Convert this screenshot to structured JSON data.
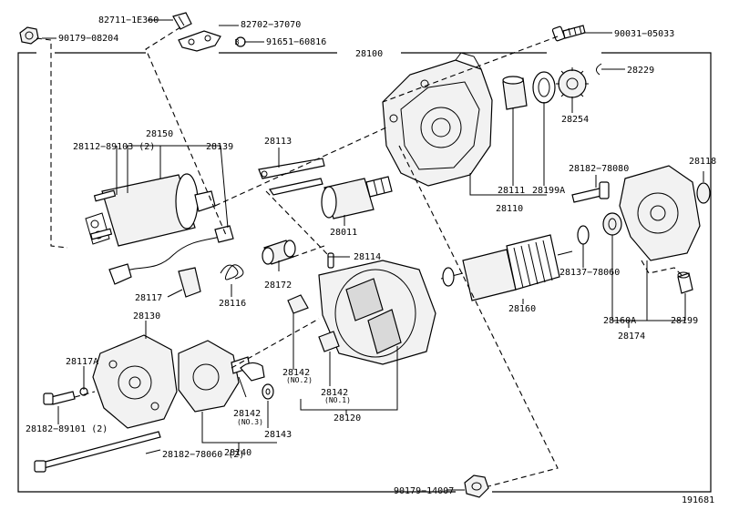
{
  "labels": {
    "p_82711_1E360": "82711−1E360",
    "p_82702_37070": "82702−37070",
    "p_90179_08204": "90179−08204",
    "p_91651_60816": "91651−60816",
    "p_28100": "28100",
    "p_90031_05033": "90031−05033",
    "p_28229": "28229",
    "p_28254": "28254",
    "p_28150": "28150",
    "p_28139": "28139",
    "p_28112_89103": "28112−89103 (2)",
    "p_28113": "28113",
    "p_28011": "28011",
    "p_28111": "28111",
    "p_28199A": "28199A",
    "p_28110": "28110",
    "p_28182_78080": "28182−78080",
    "p_28118": "28118",
    "p_28114": "28114",
    "p_28172": "28172",
    "p_28117": "28117",
    "p_28116": "28116",
    "p_28137_78060": "28137−78060",
    "p_28160": "28160",
    "p_28160A": "28160A",
    "p_28199": "28199",
    "p_28174": "28174",
    "p_28130": "28130",
    "p_28117A": "28117A",
    "p_28142_no2": "28142",
    "p_no2": "(NO.2)",
    "p_28142_no1": "28142",
    "p_no1": "(NO.1)",
    "p_28120": "28120",
    "p_28182_89101": "28182−89101 (2)",
    "p_28142_no3": "28142",
    "p_no3": "(NO.3)",
    "p_28143": "28143",
    "p_28140": "28140",
    "p_28182_78060": "28182−78060 (2)",
    "p_90179_14007": "90179−14007",
    "figure_number": "191681",
    "washer_mark": "B"
  },
  "icons": {
    "nut": "hex-nut-icon",
    "bolt": "bolt-icon",
    "washer": "washer-icon"
  }
}
